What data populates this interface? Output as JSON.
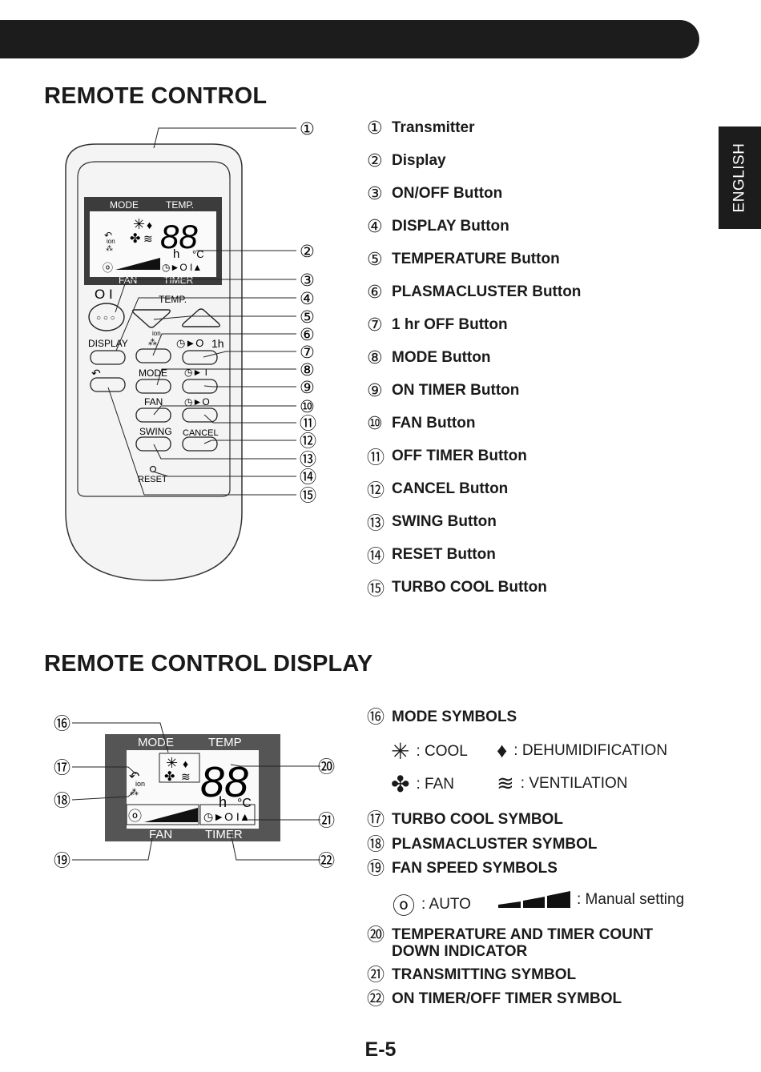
{
  "side_tab": "ENGLISH",
  "section1": {
    "title": "REMOTE CONTROL",
    "items": [
      {
        "num": "①",
        "label": "Transmitter"
      },
      {
        "num": "②",
        "label": "Display"
      },
      {
        "num": "③",
        "label": "ON/OFF Button"
      },
      {
        "num": "④",
        "label": "DISPLAY Button"
      },
      {
        "num": "⑤",
        "label": "TEMPERATURE Button"
      },
      {
        "num": "⑥",
        "label": "PLASMACLUSTER Button"
      },
      {
        "num": "⑦",
        "label": "1 hr OFF Button"
      },
      {
        "num": "⑧",
        "label": "MODE Button"
      },
      {
        "num": "⑨",
        "label": "ON TIMER Button"
      },
      {
        "num": "⑩",
        "label": "FAN Button"
      },
      {
        "num": "⑪",
        "label": "OFF TIMER Button"
      },
      {
        "num": "⑫",
        "label": "CANCEL Button"
      },
      {
        "num": "⑬",
        "label": "SWING Button"
      },
      {
        "num": "⑭",
        "label": "RESET Button"
      },
      {
        "num": "⑮",
        "label": "TURBO COOL Button"
      }
    ]
  },
  "remote": {
    "lcd_mode": "MODE",
    "lcd_temp": "TEMP.",
    "lcd_digits": "88",
    "lcd_h": "h",
    "lcd_c": "°C",
    "lcd_ion": "ion",
    "lcd_fan": "FAN",
    "lcd_timer": "TIMER",
    "onoff_symbol": "O I",
    "btn_temp": "TEMP.",
    "btn_display": "DISPLAY",
    "btn_ion": "ion",
    "btn_1h": "1h",
    "btn_mode": "MODE",
    "btn_fan": "FAN",
    "btn_swing": "SWING",
    "btn_cancel": "CANCEL",
    "btn_reset": "RESET"
  },
  "section2": {
    "title": "REMOTE CONTROL DISPLAY",
    "callouts": [
      "⑯",
      "⑰",
      "⑱",
      "⑲",
      "⑳",
      "㉑",
      "㉒"
    ],
    "display": {
      "mode": "MODE",
      "temp": "TEMP",
      "digits": "88",
      "h": "h",
      "c": "°C",
      "ion": "ion",
      "fan": "FAN",
      "timer": "TIMER"
    },
    "mode_symbols": {
      "num": "⑯",
      "label": "MODE SYMBOLS",
      "cool": ": COOL",
      "dehumid": ": DEHUMIDIFICATION",
      "fan": ": FAN",
      "vent": ": VENTILATION"
    },
    "turbo": {
      "num": "⑰",
      "label": "TURBO COOL SYMBOL"
    },
    "plasma": {
      "num": "⑱",
      "label": "PLASMACLUSTER SYMBOL"
    },
    "fanspeed": {
      "num": "⑲",
      "label": "FAN SPEED SYMBOLS",
      "auto": ": AUTO",
      "manual": ": Manual setting"
    },
    "temp_timer": {
      "num": "⑳",
      "label": "TEMPERATURE AND TIMER COUNT DOWN INDICATOR"
    },
    "transmit": {
      "num": "㉑",
      "label": "TRANSMITTING SYMBOL"
    },
    "ontimer": {
      "num": "㉒",
      "label": "ON TIMER/OFF TIMER SYMBOL"
    }
  },
  "page_number": "E-5"
}
